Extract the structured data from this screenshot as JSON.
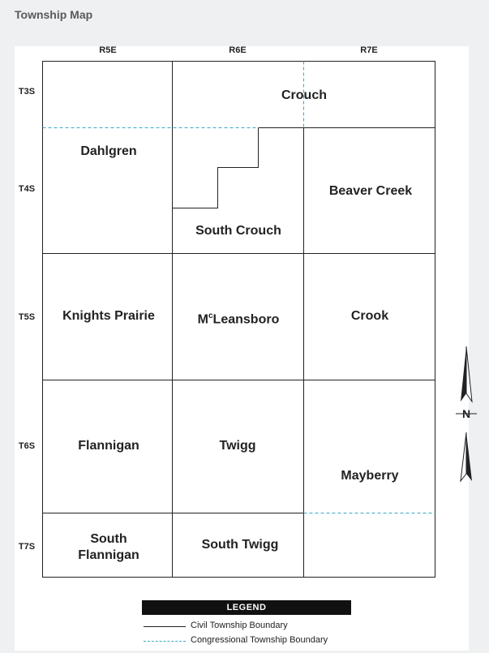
{
  "title": "Township Map",
  "columns": [
    "R5E",
    "R6E",
    "R7E"
  ],
  "rows": [
    "T3S",
    "T4S",
    "T5S",
    "T6S",
    "T7S"
  ],
  "townships": [
    {
      "id": "crouch",
      "name": "Crouch"
    },
    {
      "id": "dahlgren",
      "name": "Dahlgren"
    },
    {
      "id": "beaver-creek",
      "name": "Beaver Creek"
    },
    {
      "id": "south-crouch",
      "name": "South Crouch"
    },
    {
      "id": "knights-prairie",
      "name": "Knights Prairie"
    },
    {
      "id": "mcleansboro",
      "name": "McLeansboro",
      "prefix": "M",
      "superscript": "c",
      "rest": "Leansboro"
    },
    {
      "id": "crook",
      "name": "Crook"
    },
    {
      "id": "flannigan",
      "name": "Flannigan"
    },
    {
      "id": "twigg",
      "name": "Twigg"
    },
    {
      "id": "mayberry",
      "name": "Mayberry"
    },
    {
      "id": "south-flannigan",
      "name": "South Flannigan"
    },
    {
      "id": "south-twigg",
      "name": "South Twigg"
    }
  ],
  "compass": {
    "label": "N"
  },
  "legend": {
    "title": "LEGEND",
    "items": [
      {
        "label": "Civil Township Boundary",
        "style": "solid",
        "color": "#222222"
      },
      {
        "label": "Congressional Township Boundary",
        "style": "dashed",
        "color": "#3aa9c9"
      }
    ]
  },
  "colors": {
    "civil_boundary": "#222222",
    "congressional_boundary": "#3aa9c9",
    "background": "#eef0f1",
    "panel": "#ffffff"
  }
}
